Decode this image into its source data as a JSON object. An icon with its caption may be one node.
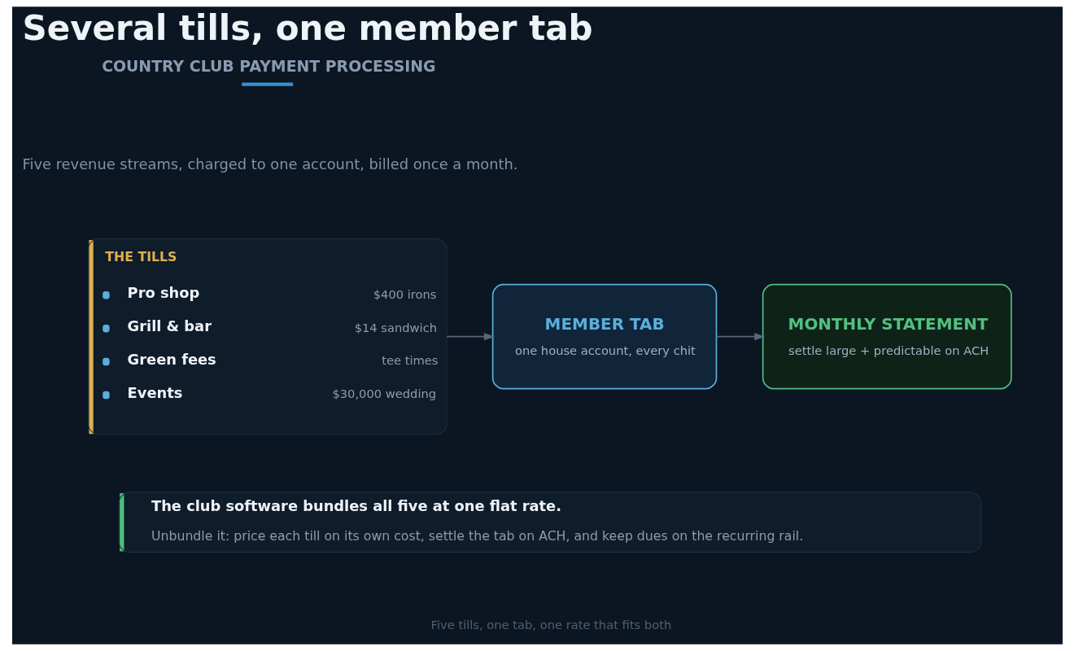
{
  "diagram": {
    "title": "Several tills, one member tab",
    "nodes": [
      {
        "text": [
          "THE TILLS",
          "Pro shop",
          "$400 irons",
          "Grill & bar",
          "$14 sandwich",
          "Green fees",
          "tee times",
          "Events",
          "$30,000 wedding"
        ]
      },
      {
        "text": [
          "MEMBER TAB",
          "one house account, every chit"
        ]
      },
      {
        "text": [
          "MONTHLY STATEMENT",
          "settle large + predictable on ACH"
        ]
      },
      {
        "text": [
          "The club software bundles all five at one flat rate.",
          "Unbundle it: price each till on its own cost, settle the tab on ACH, and keep dues on the recurring rail."
        ]
      }
    ],
    "edges": [
      {
        "from": 0,
        "to": 1,
        "arrow": "to"
      },
      {
        "from": 1,
        "to": 2,
        "arrow": "to"
      }
    ],
    "labels": [
      "COUNTRY CLUB PAYMENT PROCESSING",
      "Five revenue streams, charged to one account, billed once a month.",
      "Five tills, one tab, one rate that fits both"
    ]
  }
}
